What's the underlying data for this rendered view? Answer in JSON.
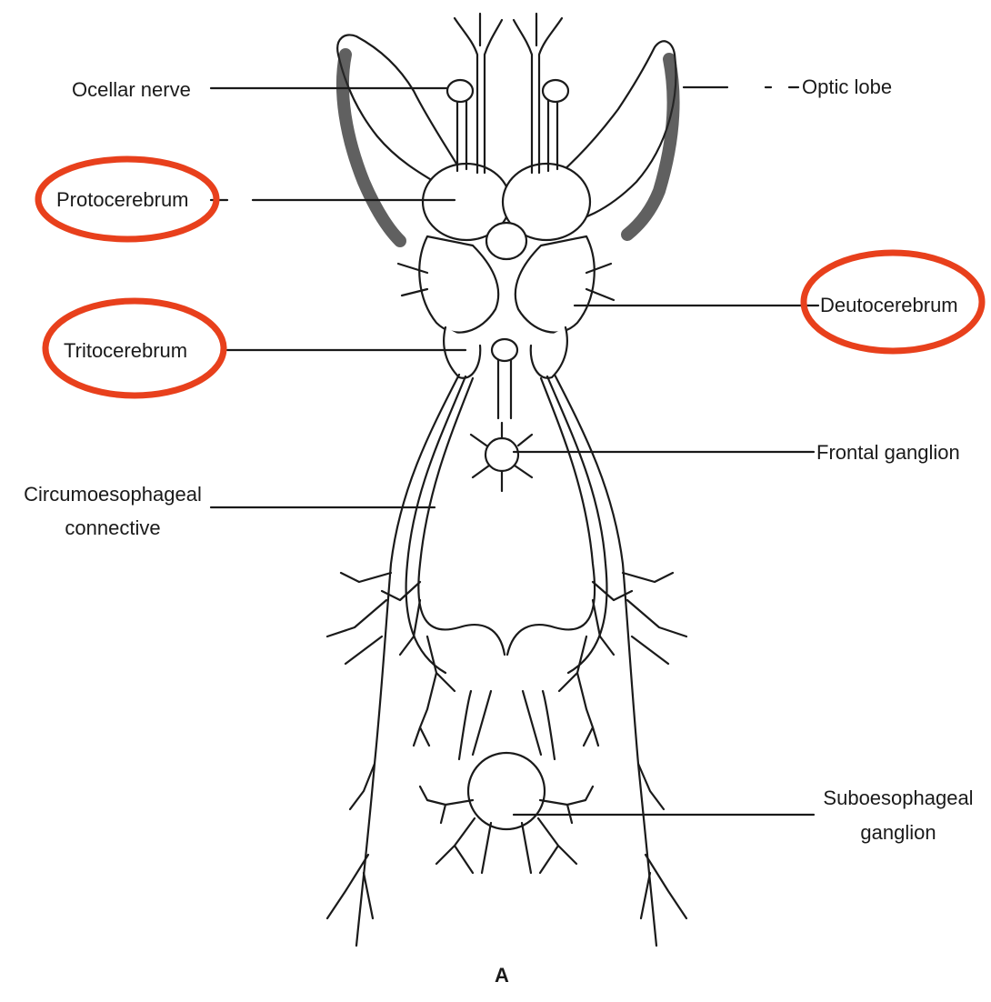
{
  "labels": {
    "ocellar_nerve": "Ocellar nerve",
    "optic_lobe": "Optic lobe",
    "protocerebrum": "Protocerebrum",
    "deutocerebrum": "Deutocerebrum",
    "tritocerebrum": "Tritocerebrum",
    "frontal_ganglion": "Frontal ganglion",
    "circumoesophageal_line1": "Circumoesophageal",
    "circumoesophageal_line2": "connective",
    "suboesophageal_line1": "Suboesophageal",
    "suboesophageal_line2": "ganglion"
  },
  "figure_letter": "A",
  "highlighted": [
    "protocerebrum",
    "deutocerebrum",
    "tritocerebrum"
  ],
  "colors": {
    "highlight_ring": "#e8401c",
    "ink": "#1a1a1a",
    "background": "#ffffff"
  }
}
